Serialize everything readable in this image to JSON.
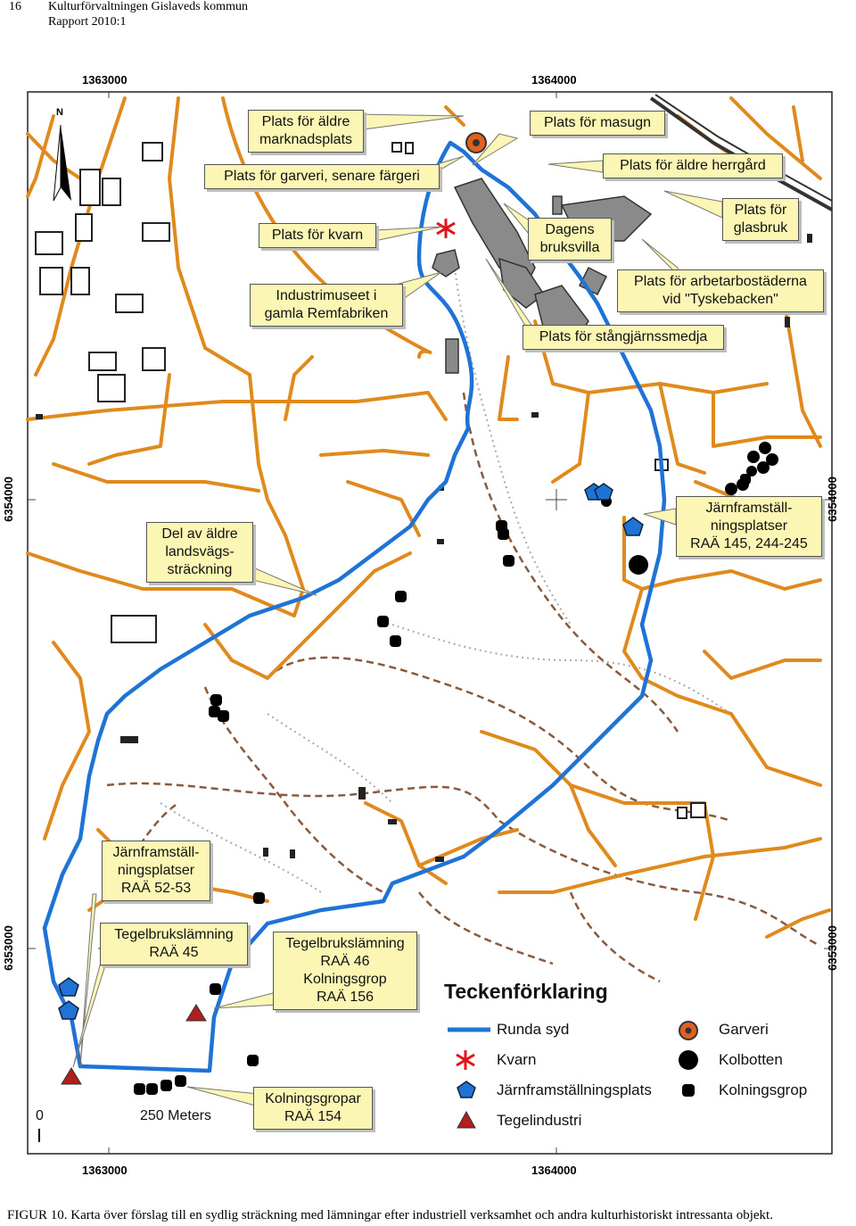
{
  "header": {
    "page_number": "16",
    "org": "Kulturförvaltningen Gislaveds kommun",
    "report": "Rapport 2010:1"
  },
  "coords": {
    "x_top_left": "1363000",
    "x_top_right": "1364000",
    "x_bottom_left": "1363000",
    "x_bottom_right": "1364000",
    "y_upper_left": "6354000",
    "y_upper_right": "6354000",
    "y_lower_left": "6353000",
    "y_lower_right": "6353000"
  },
  "north_label": "N",
  "callouts": {
    "c1_line1": "Plats för äldre",
    "c1_line2": "marknadsplats",
    "c2": "Plats för masugn",
    "c3": "Plats för garveri, senare färgeri",
    "c4": "Plats för äldre herrgård",
    "c5": "Plats för kvarn",
    "c6_line1": "Dagens",
    "c6_line2": "bruksvilla",
    "c7_line1": "Plats för",
    "c7_line2": "glasbruk",
    "c8_line1": "Industrimuseet i",
    "c8_line2": "gamla Remfabriken",
    "c9_line1": "Plats för arbetarbostäderna",
    "c9_line2": "vid \"Tyskebacken\"",
    "c10": "Plats för stångjärnssmedja",
    "c11_line1": "Del av äldre",
    "c11_line2": "landsvägs-",
    "c11_line3": "sträckning",
    "c12_line1": "Järnframställ-",
    "c12_line2": "ningsplatser",
    "c12_line3": "RAÄ 145, 244-245",
    "c13_line1": "Järnframställ-",
    "c13_line2": "ningsplatser",
    "c13_line3": "RAÄ 52-53",
    "c14_line1": "Tegelbrukslämning",
    "c14_line2": "RAÄ 45",
    "c15_line1": "Tegelbrukslämning",
    "c15_line2": "RAÄ 46",
    "c15_line3": "Kolningsgrop",
    "c15_line4": "RAÄ 156",
    "c16_line1": "Kolningsgropar",
    "c16_line2": "RAÄ 154"
  },
  "legend": {
    "title": "Teckenförklaring",
    "items": [
      {
        "label": "Runda syd",
        "icon": "blue-route-line"
      },
      {
        "label": "Kvarn",
        "icon": "red-asterisk-icon"
      },
      {
        "label": "Järnframställningsplats",
        "icon": "blue-pentagon-icon"
      },
      {
        "label": "Tegelindustri",
        "icon": "red-triangle-icon"
      },
      {
        "label": "Garveri",
        "icon": "orange-circle-icon"
      },
      {
        "label": "Kolbotten",
        "icon": "black-circle-icon"
      },
      {
        "label": "Kolningsgrop",
        "icon": "black-rounded-square-icon"
      }
    ]
  },
  "scale": {
    "start": "0",
    "end": "250 Meters"
  },
  "colors": {
    "road": "#e08a1e",
    "route": "#1f73d6",
    "path": "#8b5a3c",
    "callout_bg": "#fbf6b4",
    "building": "#888888"
  },
  "caption": "FIGUR 10. Karta över förslag till en sydlig sträckning med lämningar efter industriell verksamhet och andra kulturhistoriskt intressanta objekt."
}
